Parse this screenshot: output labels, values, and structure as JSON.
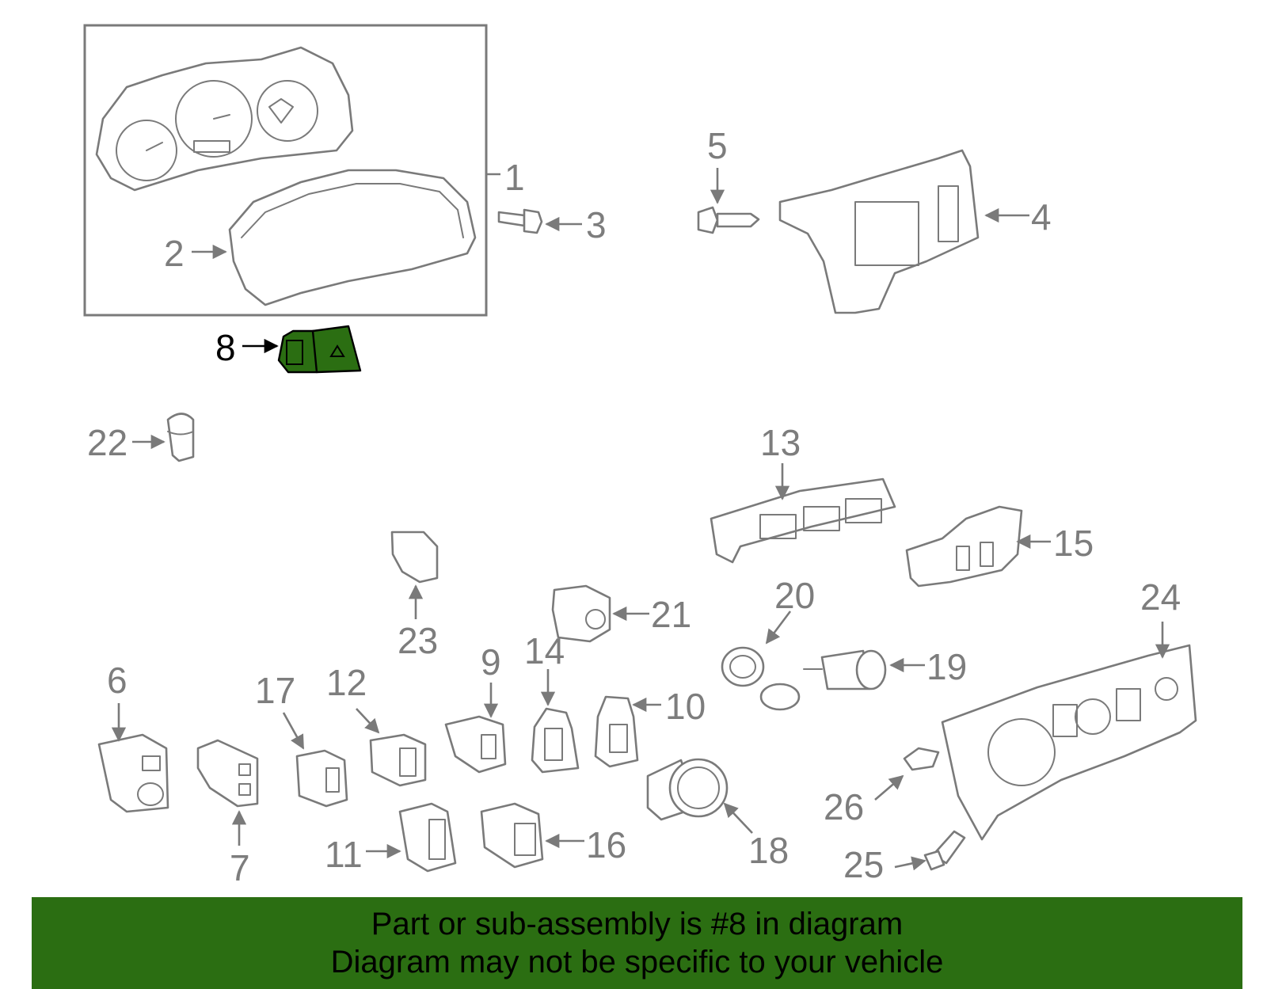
{
  "callouts": [
    "1",
    "2",
    "3",
    "4",
    "5",
    "6",
    "7",
    "8",
    "9",
    "10",
    "11",
    "12",
    "13",
    "14",
    "15",
    "16",
    "17",
    "18",
    "19",
    "20",
    "21",
    "22",
    "23",
    "24",
    "25",
    "26"
  ],
  "selected_part": "8",
  "banner": {
    "line1": "Part or sub-assembly is #8 in diagram",
    "line2": "Diagram may not be specific to your vehicle"
  },
  "colors": {
    "highlight": "#2b6e12",
    "linework": "#7a7a7a",
    "background": "#ffffff"
  }
}
